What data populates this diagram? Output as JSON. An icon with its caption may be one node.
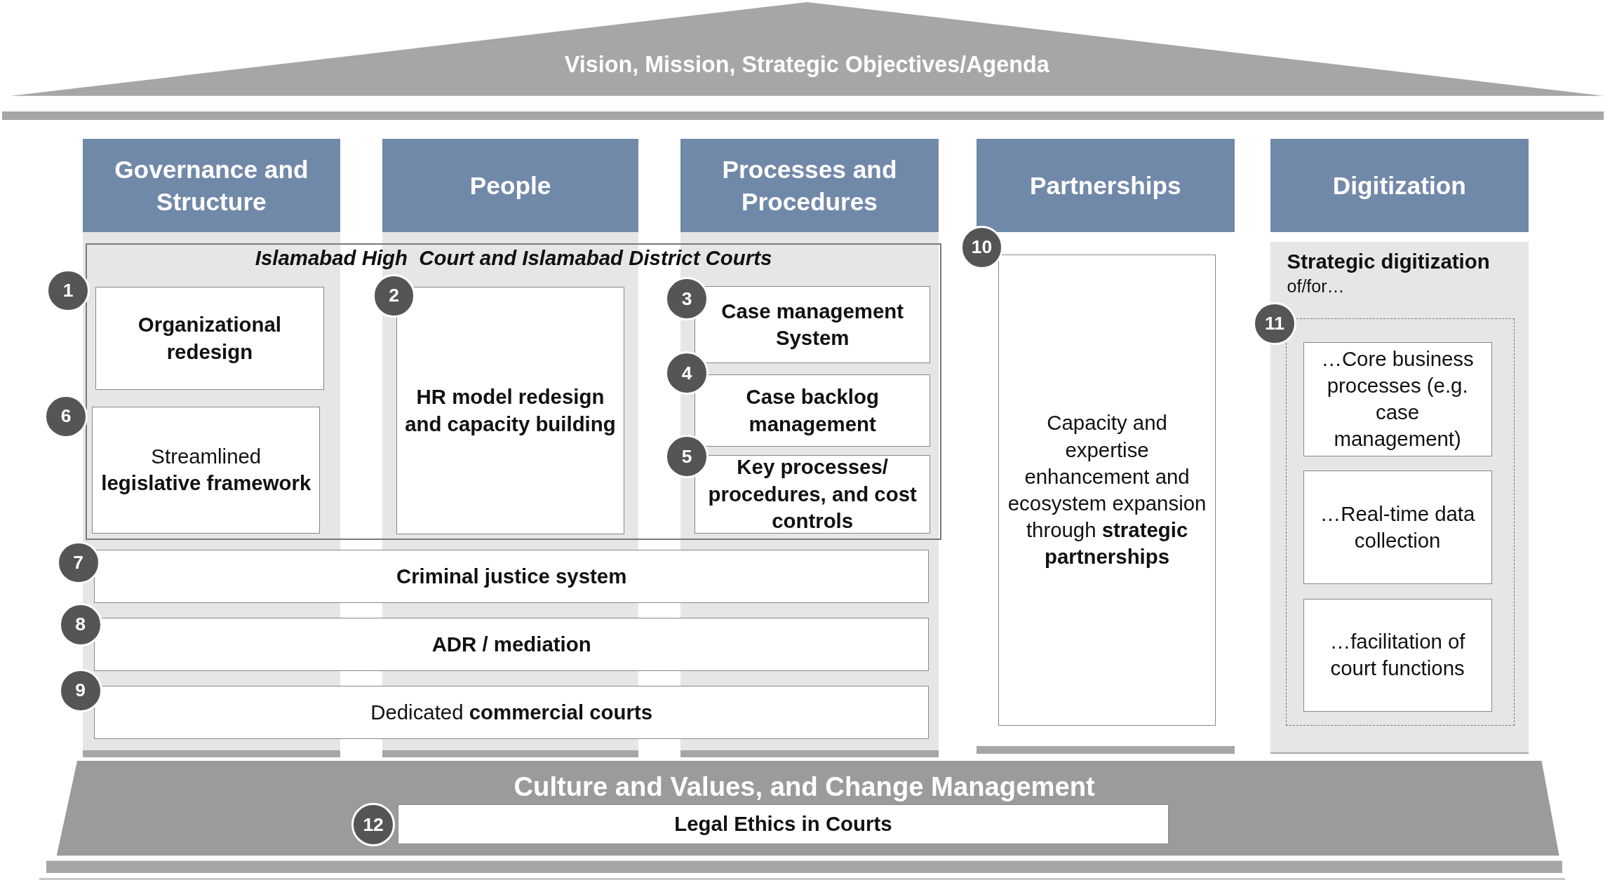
{
  "diagram": {
    "nodes": [
      {
        "text": [
          "Vision, Mission, Strategic Objectives/Agenda"
        ]
      },
      {
        "text": [
          "Governance and Structure"
        ]
      },
      {
        "text": [
          "People"
        ]
      },
      {
        "text": [
          "Processes and Procedures"
        ]
      },
      {
        "text": [
          "Partnerships"
        ]
      },
      {
        "text": [
          "Digitization"
        ]
      },
      {
        "text": [
          "Islamabad High  Court and Islamabad District Courts"
        ]
      },
      {
        "text": [
          "Organizational redesign"
        ],
        "in": 6,
        "beside": [
          "1"
        ]
      },
      {
        "text": [
          "Streamlined **legislative framework**"
        ],
        "in": 6,
        "beside": [
          "6"
        ]
      },
      {
        "text": [
          "HR model redesign and capacity building"
        ],
        "in": 6,
        "beside": [
          "2"
        ]
      },
      {
        "text": [
          "Case management System"
        ],
        "in": 6,
        "beside": [
          "3"
        ]
      },
      {
        "text": [
          "Case backlog management"
        ],
        "in": 6,
        "beside": [
          "4"
        ]
      },
      {
        "text": [
          "Key processes/ procedures, and cost controls"
        ],
        "in": 6,
        "beside": [
          "5"
        ]
      },
      {
        "text": [
          "Criminal justice system"
        ],
        "beside": [
          "7"
        ]
      },
      {
        "text": [
          "ADR / mediation"
        ],
        "beside": [
          "8"
        ]
      },
      {
        "text": [
          "Dedicated **commercial courts**"
        ],
        "beside": [
          "9"
        ]
      },
      {
        "text": [
          "Capacity and expertise enhancement and ecosystem expansion through **strategic partnerships**"
        ],
        "beside": [
          "10"
        ]
      },
      {
        "text": [
          "Strategic digitization",
          "of/for…"
        ]
      },
      {
        "text": [],
        "shape": "box",
        "in": 17,
        "beside": [
          "11"
        ]
      },
      {
        "text": [
          "…Core business processes (e.g. case management)"
        ],
        "in": 18
      },
      {
        "text": [
          "…Real-time data collection"
        ],
        "in": 18
      },
      {
        "text": [
          "…facilitation of court functions"
        ],
        "in": 18
      },
      {
        "text": [
          "Culture and Values, and Change Management"
        ]
      },
      {
        "text": [
          "Legal Ethics in Courts"
        ],
        "in": 22,
        "beside": [
          "12"
        ]
      }
    ],
    "edges": []
  }
}
